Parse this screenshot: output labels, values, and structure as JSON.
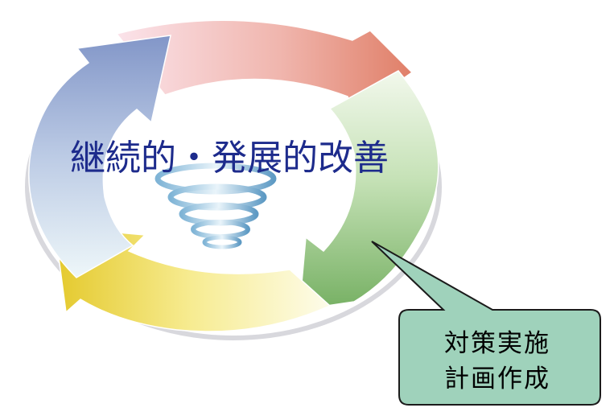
{
  "diagram": {
    "center_label": "継続的・発展的改善",
    "center_icon": "spiral-icon",
    "cycle": [
      {
        "name": "top-arrow",
        "colors": [
          "#fbe3ea",
          "#e2846c"
        ]
      },
      {
        "name": "right-arrow",
        "colors": [
          "#eef6e6",
          "#83b86c"
        ]
      },
      {
        "name": "bottom-arrow",
        "colors": [
          "#fdfce8",
          "#e8d238"
        ]
      },
      {
        "name": "left-arrow",
        "colors": [
          "#eff7f9",
          "#8a9ed0"
        ]
      }
    ],
    "callout": {
      "line1": "対策実施",
      "line2": "計画作成",
      "fill": "#9fd2bb",
      "border": "#1b1b1b"
    }
  }
}
